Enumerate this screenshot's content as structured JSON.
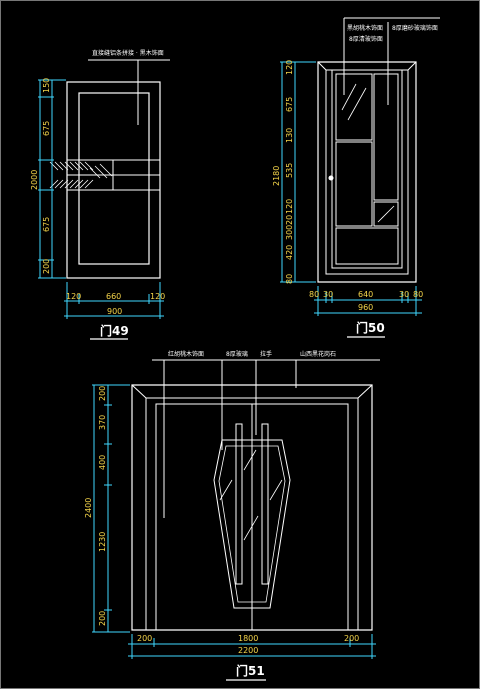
{
  "door49": {
    "title": "门49",
    "callout": "直接缝铝条拼接 · 黑木饰面",
    "dims_left": [
      "150",
      "675",
      "2000",
      "675",
      "200"
    ],
    "dims_bottom": [
      "120",
      "660",
      "120",
      "900"
    ]
  },
  "door50": {
    "title": "门50",
    "callout_1": "黑胡桃木饰面",
    "callout_2": "8厚磨砂玻璃饰面",
    "callout_3": "8厚清玻饰面",
    "dims_left": [
      "120",
      "675",
      "130",
      "535",
      "120",
      "20",
      "300",
      "420",
      "80",
      "2180"
    ],
    "dims_bottom": [
      "80",
      "30",
      "640",
      "30",
      "80",
      "960"
    ]
  },
  "door51": {
    "title": "门51",
    "callout_1": "红胡桃木饰面",
    "callout_2": "8厚玻璃",
    "callout_3": "拉手",
    "callout_4": "山西黑花岗石",
    "dims_left": [
      "200",
      "370",
      "400",
      "1230",
      "200",
      "2400"
    ],
    "dims_bottom": [
      "200",
      "1800",
      "200",
      "2200"
    ]
  },
  "colors": {
    "background": "#000000",
    "outline": "#ffffff",
    "dimension": "#f5d54a",
    "extension": "#3fd8ff"
  }
}
